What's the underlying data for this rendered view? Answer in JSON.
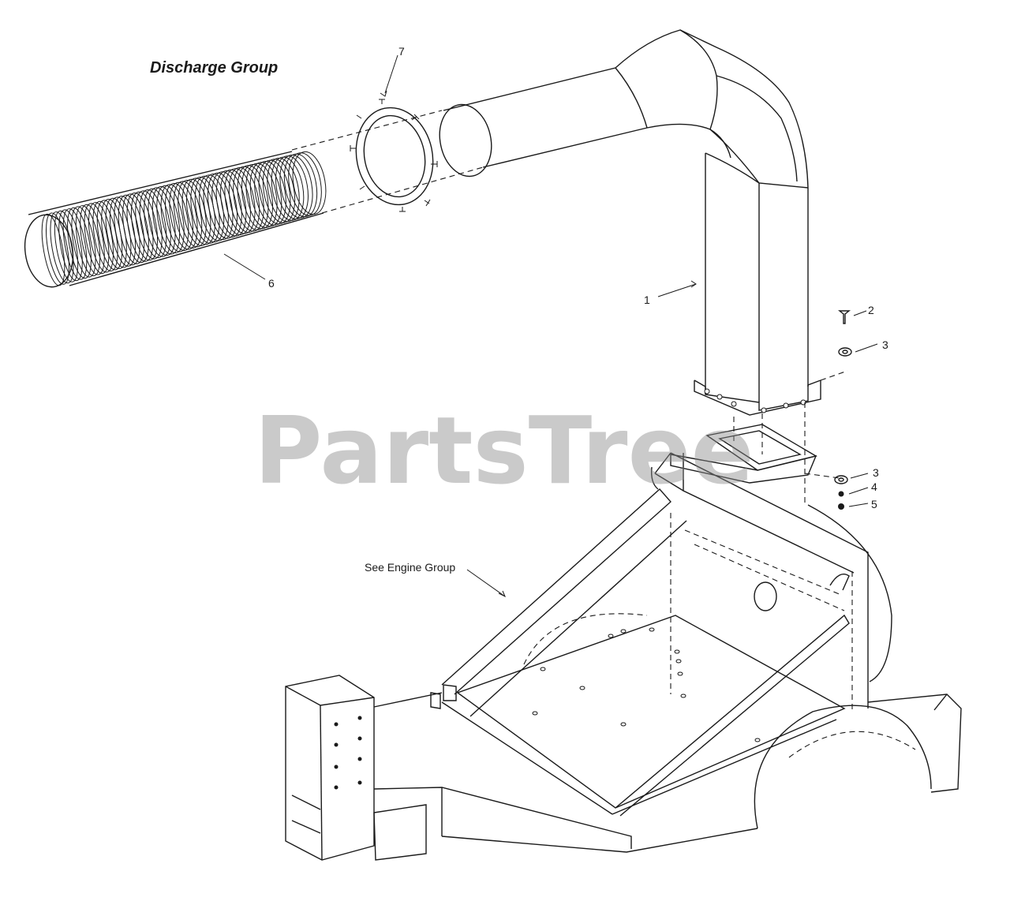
{
  "title": "Discharge Group",
  "note": "See Engine Group",
  "watermark": "PartsTree",
  "callouts": [
    "1",
    "2",
    "3",
    "3",
    "4",
    "5",
    "6",
    "7"
  ]
}
